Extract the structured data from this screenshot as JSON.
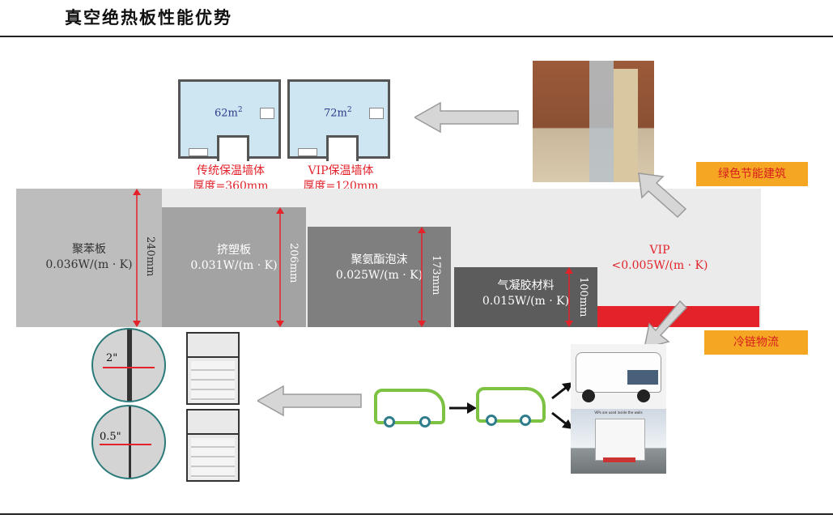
{
  "header": {
    "title": "真空绝热板性能优势"
  },
  "rooms": [
    {
      "area": "62m",
      "sup": "2",
      "label_line1": "传统保温墙体",
      "label_line2": "厚度=360mm"
    },
    {
      "area": "72m",
      "sup": "2",
      "label_line1": "VIP保温墙体",
      "label_line2": "厚度=120mm"
    }
  ],
  "materials": [
    {
      "name": "聚苯板",
      "value": "0.036W/(m · K)",
      "thickness": "240mm"
    },
    {
      "name": "挤塑板",
      "value": "0.031W/(m · K)",
      "thickness": "206mm"
    },
    {
      "name": "聚氨酯泡沫",
      "value": "0.025W/(m · K)",
      "thickness": "173mm"
    },
    {
      "name": "气凝胶材料",
      "value": "0.015W/(m · K)",
      "thickness": "100mm"
    },
    {
      "name": "VIP",
      "value": "<0.005W/(m · K)"
    }
  ],
  "applications": {
    "building": "绿色节能建筑",
    "cold_chain": "冷链物流"
  },
  "fridge_labels": {
    "top": "2\"",
    "bottom": "0.5\""
  },
  "truck_sign": "VIPs are used inside the walls",
  "colors": {
    "red": "#e3222a",
    "badge": "#f5a623",
    "van": "#7dc242"
  }
}
